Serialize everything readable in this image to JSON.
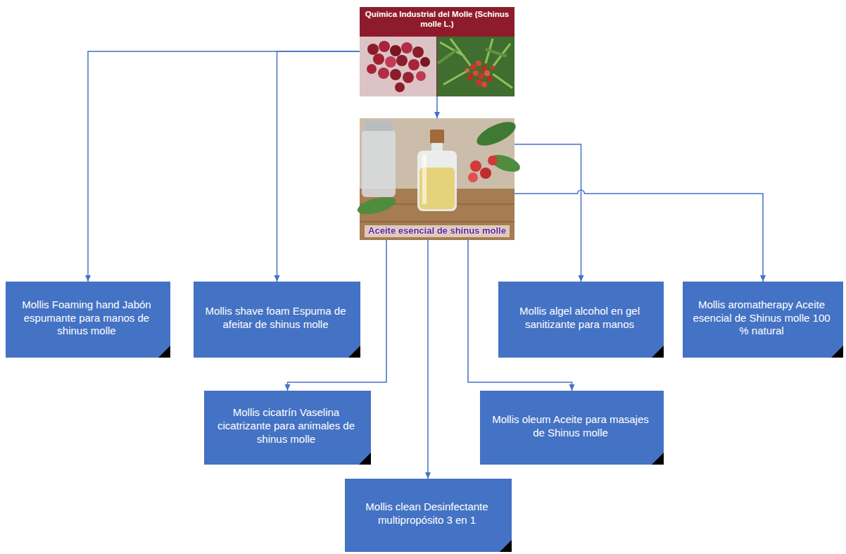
{
  "diagram": {
    "nodes": [
      {
        "text": [
          "Química Industrial del Molle (Schinus molle L.)"
        ]
      },
      {
        "text": [
          "Aceite esencial de shinus molle"
        ]
      },
      {
        "text": [
          "Mollis Foaming hand Jabón espumante para manos de shinus molle"
        ]
      },
      {
        "text": [
          "Mollis shave foam Espuma de afeitar de shinus molle"
        ]
      },
      {
        "text": [
          "Mollis algel alcohol en gel sanitizante para manos"
        ]
      },
      {
        "text": [
          "Mollis aromatherapy Aceite esencial de Shinus molle 100 % natural"
        ]
      },
      {
        "text": [
          "Mollis cicatrín Vaselina cicatrizante para animales de shinus molle"
        ]
      },
      {
        "text": [
          "Mollis oleum Aceite para masajes de Shinus molle"
        ]
      },
      {
        "text": [
          "Mollis clean Desinfectante multipropósito 3 en 1"
        ]
      }
    ],
    "edges": [
      {
        "from": 0,
        "to": 1,
        "arrow": "to"
      },
      {
        "from": 0,
        "to": 2,
        "arrow": "to"
      },
      {
        "from": 0,
        "to": 3,
        "arrow": "to"
      },
      {
        "from": 1,
        "to": 6,
        "arrow": "to"
      },
      {
        "from": 1,
        "to": 8,
        "arrow": "to"
      },
      {
        "from": 1,
        "to": 7,
        "arrow": "to"
      },
      {
        "from": 1,
        "to": 4,
        "arrow": "to"
      },
      {
        "from": 1,
        "to": 5,
        "arrow": "to"
      }
    ]
  }
}
